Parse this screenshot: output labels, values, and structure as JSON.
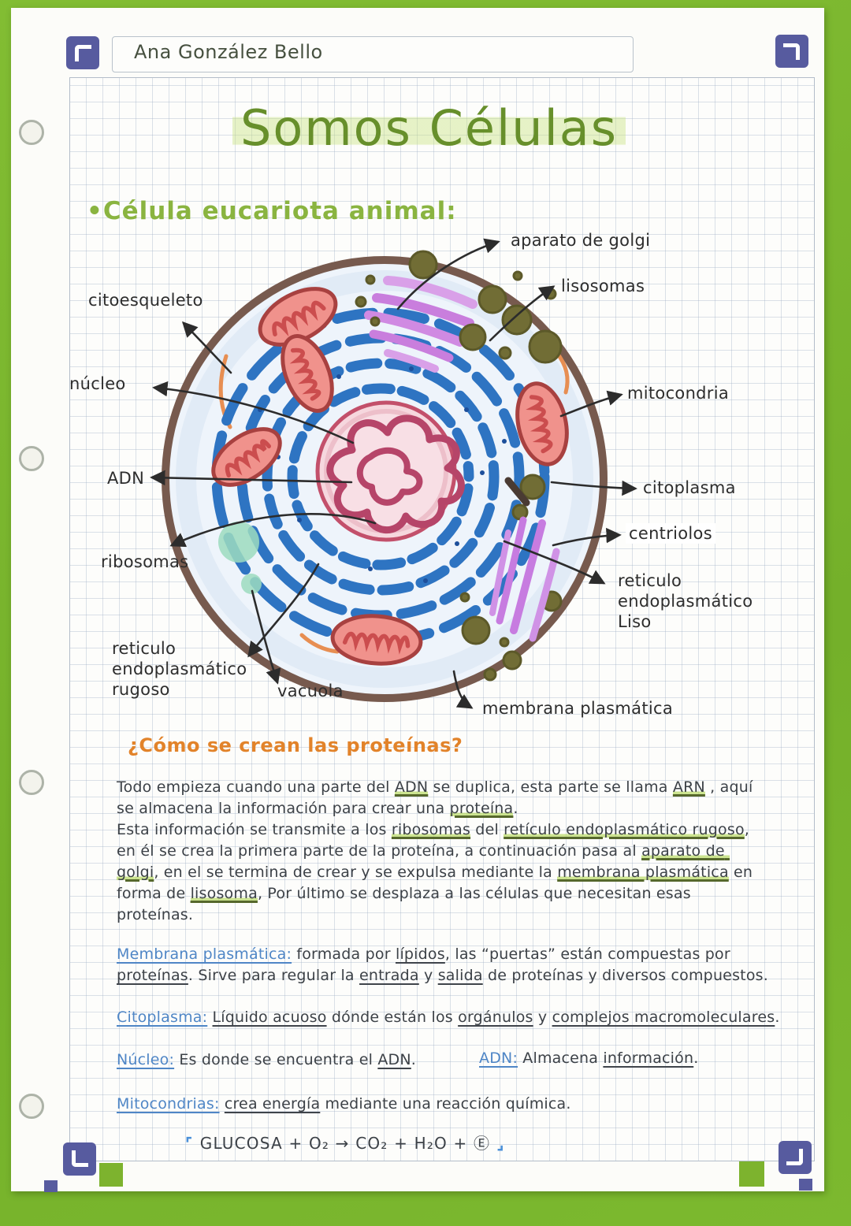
{
  "header": {
    "author": "Ana González Bello"
  },
  "title": "Somos Células",
  "subtitle": "•Célula eucariota animal:",
  "diagram": {
    "labels": {
      "aparato_golgi": "aparato de golgi",
      "lisosomas": "lisosomas",
      "citoesqueleto": "citoesqueleto",
      "nucleo": "núcleo",
      "mitocondria": "mitocondria",
      "adn": "ADN",
      "citoplasma": "citoplasma",
      "centriolos": "centriolos",
      "ribosomas": "ribosomas",
      "reticulo_liso": "reticulo\nendoplasmático\nLiso",
      "reticulo_rugoso": "reticulo\nendoplasmático\nrugoso",
      "vacuola": "vacuola",
      "membrana_plasmatica": "membrana plasmática"
    }
  },
  "sections": {
    "heading": "¿Cómo se crean las proteínas?",
    "como_se_crean": [
      {
        "t": "Todo empieza cuando una parte del "
      },
      {
        "t": "ADN",
        "c": "ug"
      },
      {
        "t": " se duplica, esta parte se llama "
      },
      {
        "t": "ARN",
        "c": "ug"
      },
      {
        "t": " , aquí se almacena la información para crear una "
      },
      {
        "t": "proteína",
        "c": "ug"
      },
      {
        "t": ".\n"
      },
      {
        "t": "Esta información se transmite a los "
      },
      {
        "t": "ribosomas",
        "c": "ug"
      },
      {
        "t": " del "
      },
      {
        "t": "retículo endoplasmático rugoso",
        "c": "ug"
      },
      {
        "t": ", en él se crea la primera parte de la proteína, a continuación pasa al "
      },
      {
        "t": "aparato de golgi",
        "c": "ug"
      },
      {
        "t": ", en el se termina de crear y se expulsa mediante la "
      },
      {
        "t": "membrana plasmática",
        "c": "ug"
      },
      {
        "t": " en forma de "
      },
      {
        "t": "lisosoma",
        "c": "ug"
      },
      {
        "t": ", Por último se desplaza a las células que necesitan esas proteínas."
      }
    ],
    "membrana": [
      {
        "t": "Membrana plasmática:",
        "c": "bl"
      },
      {
        "t": " formada por "
      },
      {
        "t": "lípidos",
        "c": "u"
      },
      {
        "t": ", las “puertas” están compuestas por "
      },
      {
        "t": "proteínas",
        "c": "u"
      },
      {
        "t": ". Sirve para regular la "
      },
      {
        "t": "entrada",
        "c": "u"
      },
      {
        "t": " y "
      },
      {
        "t": "salida",
        "c": "u"
      },
      {
        "t": " de proteínas y diversos compuestos."
      }
    ],
    "citoplasma": [
      {
        "t": "Citoplasma:",
        "c": "bl"
      },
      {
        "t": " "
      },
      {
        "t": "Líquido acuoso",
        "c": "u"
      },
      {
        "t": " dónde están los "
      },
      {
        "t": "orgánulos",
        "c": "u"
      },
      {
        "t": " y "
      },
      {
        "t": "complejos macromoleculares",
        "c": "u"
      },
      {
        "t": "."
      }
    ],
    "nucleo": [
      {
        "t": "Núcleo:",
        "c": "bl"
      },
      {
        "t": " Es donde se encuentra el "
      },
      {
        "t": "ADN",
        "c": "u"
      },
      {
        "t": "."
      }
    ],
    "adn": [
      {
        "t": "ADN:",
        "c": "bl"
      },
      {
        "t": " Almacena "
      },
      {
        "t": "información",
        "c": "u"
      },
      {
        "t": "."
      }
    ],
    "mitocondrias": [
      {
        "t": "Mitocondrias:",
        "c": "bl"
      },
      {
        "t": " "
      },
      {
        "t": "crea energía",
        "c": "u"
      },
      {
        "t": " mediante una reacción química."
      }
    ],
    "equation": [
      {
        "t": "⌜ ",
        "c": "qm"
      },
      {
        "t": "GLUCOSA + O₂ → CO₂ + H₂O + Ⓔ"
      },
      {
        "t": " ⌟",
        "c": "qm"
      }
    ]
  },
  "colors": {
    "border_green": "#7cb82f",
    "marker_purple": "#575b9f",
    "title_green": "#678f2b",
    "heading_orange": "#e2832a",
    "label_blue": "#4f86c6",
    "er_blue": "#2e74c2",
    "nucleus_pink": "#f5d3da",
    "mito_red": "#f0928c",
    "golgi_purple": "#c97edd",
    "lisosoma_olive": "#716d35",
    "vacuola_green": "#9ddcc0",
    "membrane_brown": "#775a4e"
  }
}
